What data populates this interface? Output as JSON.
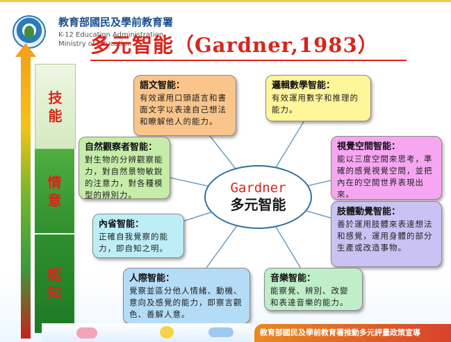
{
  "header": {
    "org_cn": "教育部國民及學前教育署",
    "org_en_line1": "K-12 Education Administration,",
    "org_en_line2": "Ministry of Education"
  },
  "title": "多元智能（Gardner,1983）",
  "levels": [
    {
      "label": "技能",
      "color": "#d7261a"
    },
    {
      "label": "情意",
      "color": "#d7261a"
    },
    {
      "label": "認知",
      "color": "#d7261a"
    }
  ],
  "center": {
    "en": "Gardner",
    "cn": "多元智能"
  },
  "intelligences": {
    "linguistic": {
      "title": "語文智能：",
      "desc": "有效運用口頭語言和書面文字以表達自己想法和瞭解他人的能力。",
      "color": "#f9c58a"
    },
    "logical": {
      "title": "邏輯數學智能：",
      "desc": "有效運用數字和推理的能力。",
      "color": "#fff59a"
    },
    "naturalist": {
      "title": "自然觀察者智能：",
      "desc": "對生物的分辨觀察能力，對自然景物敏銳的注意力，對各種模型的辨別力。",
      "color": "#c6eca9"
    },
    "spatial": {
      "title": "視覺空間智能：",
      "desc": "能以三度空間來思考，準確的感覺視覺空間，並把內在的空間世界表現出來。",
      "color": "#f7a6f2"
    },
    "intrapersonal": {
      "title": "內省智能：",
      "desc": "正確自我覺察的能力，即自知之明。",
      "color": "#bdeef7"
    },
    "bodily": {
      "title": "肢體動覺智能：",
      "desc": "善於運用肢體來表達想法和感覺，運用身體的部分生產或改造事物。",
      "color": "#c9c2f2"
    },
    "interpersonal": {
      "title": "人際智能：",
      "desc": "覺察並區分他人情緒、動機、意向及感覺的能力，即察言觀色、善解人意。",
      "color": "#b4dcf6"
    },
    "musical": {
      "title": "音樂智能：",
      "desc": "能察覺、辨別、改變和表達音樂的能力。",
      "color": "#bfeec8"
    }
  },
  "footer_banner": "教育部國民及學前教育署推動多元評量政策宣導"
}
